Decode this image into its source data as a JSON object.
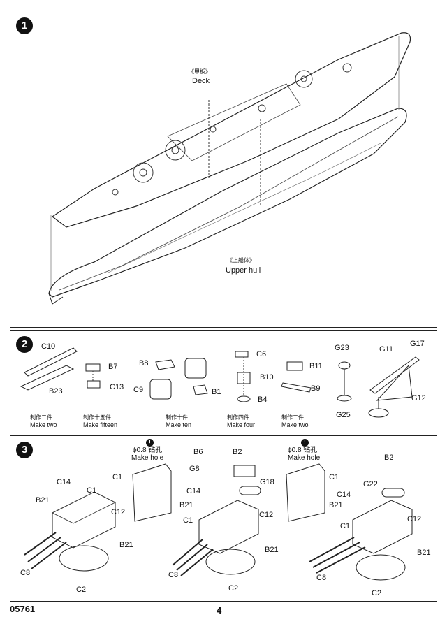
{
  "step1": {
    "number": "1",
    "deck_cn": "《甲板》",
    "deck_en": "Deck",
    "hull_cn": "《上船体》",
    "hull_en": "Upper hull"
  },
  "step2": {
    "number": "2",
    "parts": {
      "c10": "C10",
      "b23": "B23",
      "b7": "B7",
      "c13": "C13",
      "b8": "B8",
      "c9": "C9",
      "b1": "B1",
      "c6": "C6",
      "b10": "B10",
      "b4": "B4",
      "b11": "B11",
      "b9": "B9",
      "g23": "G23",
      "g25": "G25",
      "g11": "G11",
      "g17": "G17",
      "g12": "G12"
    },
    "qty": [
      {
        "cn": "制作二件",
        "en": "Make two"
      },
      {
        "cn": "制作十五件",
        "en": "Make fifteen"
      },
      {
        "cn": "制作十件",
        "en": "Make ten"
      },
      {
        "cn": "制作四件",
        "en": "Make four"
      },
      {
        "cn": "制作二件",
        "en": "Make two"
      }
    ]
  },
  "step3": {
    "number": "3",
    "warn_symbol": "!",
    "hole_size": "ϕ0.8 钻孔",
    "hole_en": "Make hole",
    "left": {
      "c1a": "C1",
      "c14": "C14",
      "c1b": "C1",
      "b21a": "B21",
      "c12": "C12",
      "b21b": "B21",
      "c8": "C8",
      "c2": "C2"
    },
    "middle": {
      "b6": "B6",
      "b2": "B2",
      "g8": "G8",
      "g18": "G18",
      "c14": "C14",
      "b21a": "B21",
      "c1": "C1",
      "c12": "C12",
      "b21b": "B21",
      "c8": "C8",
      "c2": "C2"
    },
    "right": {
      "c1a": "C1",
      "b2": "B2",
      "g22": "G22",
      "c14": "C14",
      "b21a": "B21",
      "c1b": "C1",
      "c12": "C12",
      "b21b": "B21",
      "c8": "C8",
      "c2": "C2"
    }
  },
  "footer": {
    "code": "05761",
    "page": "4"
  }
}
